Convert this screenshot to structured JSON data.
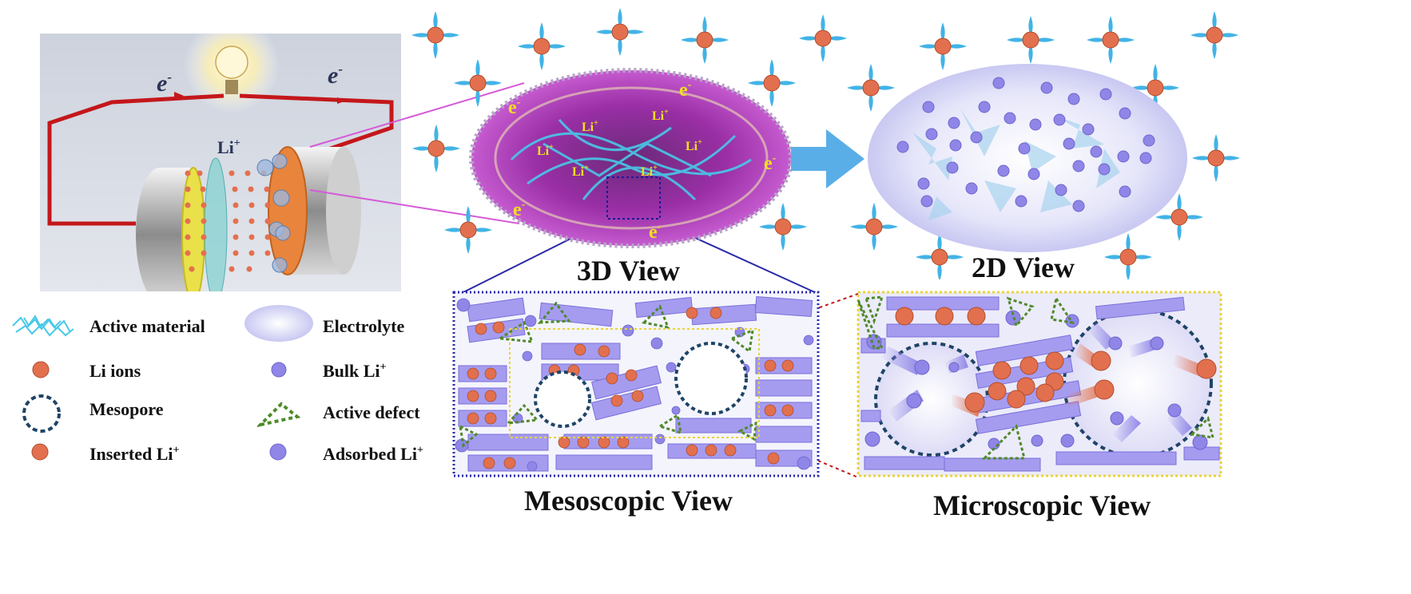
{
  "panels": {
    "view_3d": "3D View",
    "view_2d": "2D View",
    "mesoscopic": "Mesoscopic View",
    "microscopic": "Microscopic View"
  },
  "battery": {
    "electron_left": "e",
    "electron_right": "e",
    "electron_sup": "-",
    "li_label": "Li",
    "li_sup": "+"
  },
  "sphere_labels": {
    "electron": "e",
    "electron_sup": "-",
    "li": "Li",
    "li_sup": "+"
  },
  "legend": {
    "active_material": "Active material",
    "electrolyte": "Electrolyte",
    "li_ions": "Li ions",
    "bulk_li": "Bulk Li",
    "mesopore": "Mesopore",
    "active_defect": "Active defect",
    "inserted_li": "Inserted Li",
    "adsorbed_li": "Adsorbed Li",
    "sup_plus": "+"
  },
  "colors": {
    "li_ion": "#e2704e",
    "bulk_li": "#8f86e8",
    "sheet": "#a59cf0",
    "mesopore": "#1f4466",
    "defect": "#4f8a2a",
    "active_material": "#48c9e8",
    "sphere_purple": "#9a2fa6",
    "electrolyte": "#dcdcf6",
    "arrow": "#5aaee8",
    "meso_border": "#2a2aa8",
    "micro_border": "#e8d43a",
    "circuit": "#c4171b"
  }
}
